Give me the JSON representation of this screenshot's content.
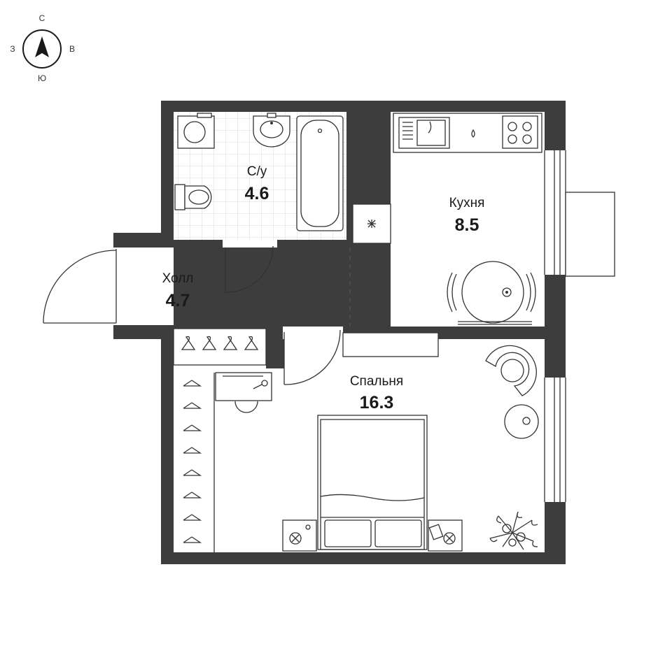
{
  "compass": {
    "north": "С",
    "west": "З",
    "east": "В",
    "south": "Ю"
  },
  "rooms": {
    "bath": {
      "name": "С/у",
      "area": "4.6"
    },
    "kitchen": {
      "name": "Кухня",
      "area": "8.5"
    },
    "hall": {
      "name": "Холл",
      "area": "4.7"
    },
    "bedroom": {
      "name": "Спальня",
      "area": "16.3"
    }
  },
  "colors": {
    "wall": "#3d3d3d",
    "line": "#333333",
    "tile": "#cfcfcf"
  }
}
